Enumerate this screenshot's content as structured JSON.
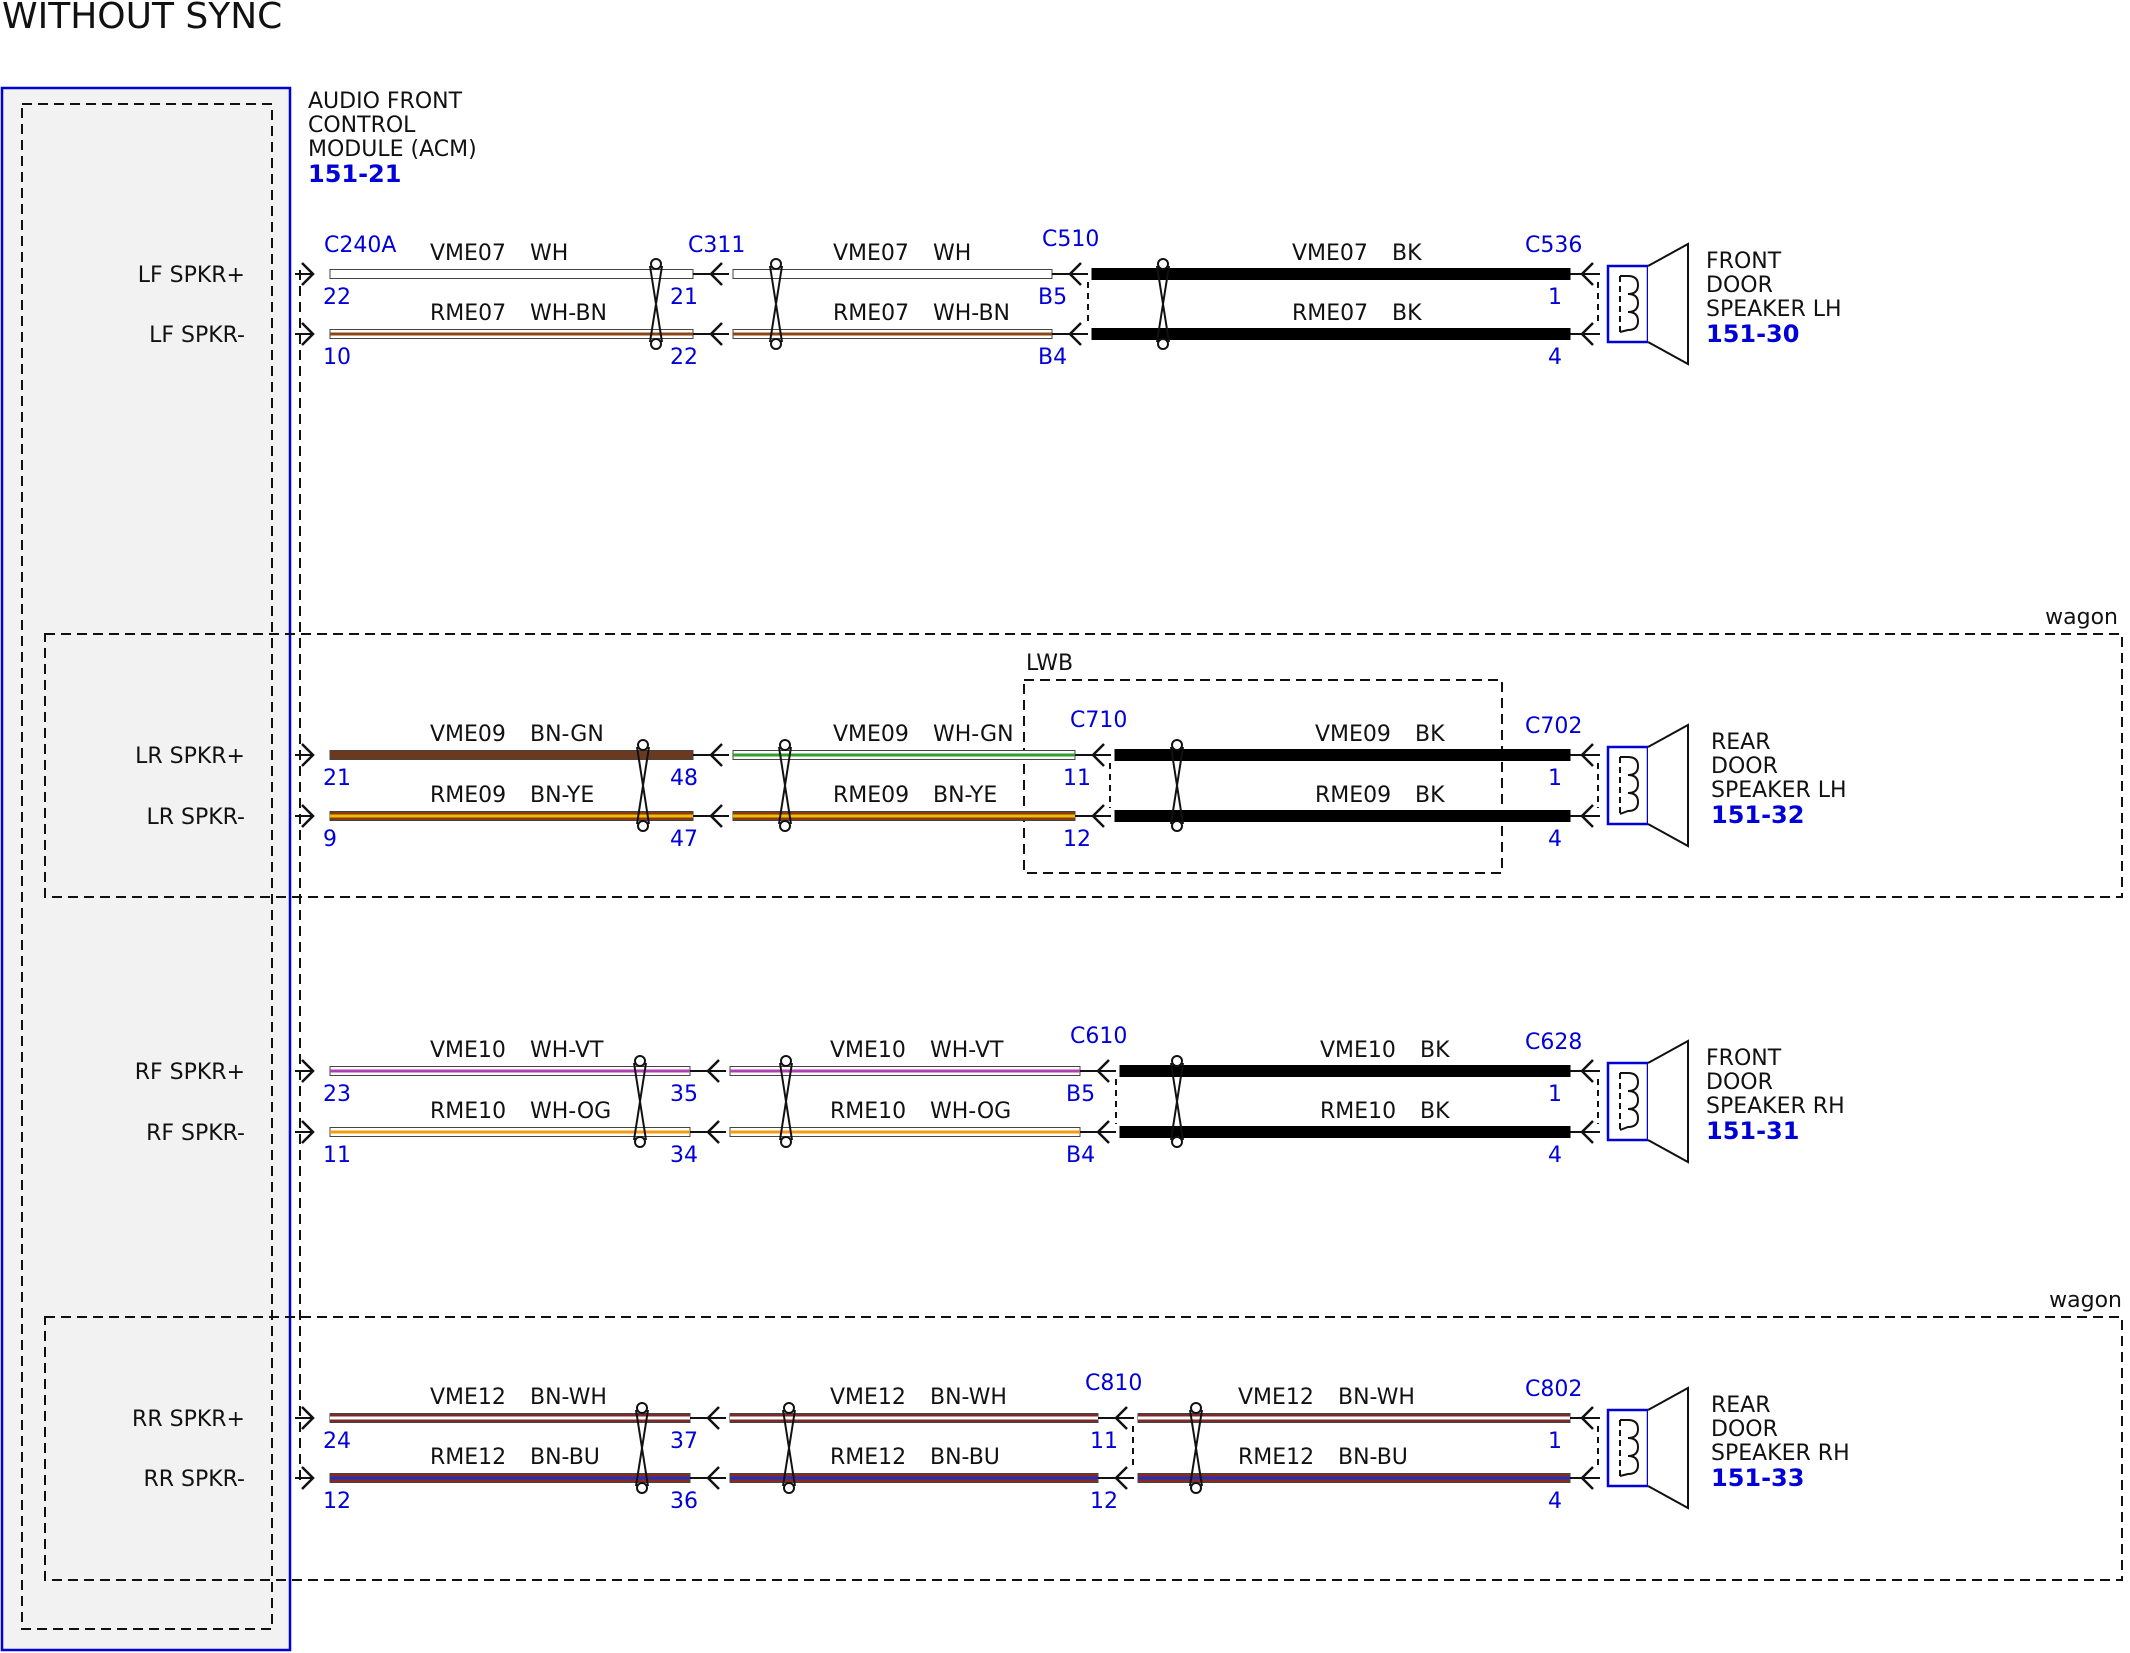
{
  "title": "WITHOUT SYNC",
  "colors": {
    "connector_blue": "#0000d8",
    "module_fill": "#f2f2f2"
  },
  "module": {
    "name_lines": [
      "AUDIO FRONT",
      "CONTROL",
      "MODULE (ACM)"
    ],
    "ref": "151-21"
  },
  "zones": {
    "wagon_top": "wagon",
    "wagon_bottom": "wagon",
    "lwb": "LWB"
  },
  "groups": [
    {
      "id": "lf",
      "wagon": false,
      "pins": [
        "LF SPKR+",
        "LF SPKR-"
      ],
      "connectors": [
        "C240A",
        "C311",
        "C510",
        "C536"
      ],
      "pin_numbers": [
        [
          "22",
          "10"
        ],
        [
          "21",
          "22"
        ],
        [
          "B5",
          "B4"
        ],
        [
          "1",
          "4"
        ]
      ],
      "segments": [
        [
          {
            "circuit": "VME07",
            "color": "WH",
            "base": "#ffffff",
            "stripe": "#ffffff"
          },
          {
            "circuit": "RME07",
            "color": "WH-BN",
            "base": "#ffffff",
            "stripe": "#8b4513"
          }
        ],
        [
          {
            "circuit": "VME07",
            "color": "WH",
            "base": "#ffffff",
            "stripe": "#ffffff"
          },
          {
            "circuit": "RME07",
            "color": "WH-BN",
            "base": "#ffffff",
            "stripe": "#8b4513"
          }
        ],
        [
          {
            "circuit": "VME07",
            "color": "BK",
            "base": "#000000",
            "stripe": "#000000"
          },
          {
            "circuit": "RME07",
            "color": "BK",
            "base": "#000000",
            "stripe": "#000000"
          }
        ]
      ],
      "speaker": {
        "name_lines": [
          "FRONT",
          "DOOR",
          "SPEAKER LH"
        ],
        "ref": "151-30"
      }
    },
    {
      "id": "lr",
      "wagon": true,
      "pins": [
        "LR SPKR+",
        "LR SPKR-"
      ],
      "connectors": [
        "",
        "",
        "C710",
        "C702"
      ],
      "pin_numbers": [
        [
          "21",
          "9"
        ],
        [
          "48",
          "47"
        ],
        [
          "11",
          "12"
        ],
        [
          "1",
          "4"
        ]
      ],
      "segments": [
        [
          {
            "circuit": "VME09",
            "color": "BN-GN",
            "base": "#6b3a1e",
            "stripe": "#6b3a1e"
          },
          {
            "circuit": "RME09",
            "color": "BN-YE",
            "base": "#8b3a10",
            "stripe": "#f0c000"
          }
        ],
        [
          {
            "circuit": "VME09",
            "color": "WH-GN",
            "base": "#ffffff",
            "stripe": "#2e9e2e"
          },
          {
            "circuit": "RME09",
            "color": "BN-YE",
            "base": "#8b3a10",
            "stripe": "#f0c000"
          }
        ],
        [
          {
            "circuit": "VME09",
            "color": "BK",
            "base": "#000000",
            "stripe": "#000000"
          },
          {
            "circuit": "RME09",
            "color": "BK",
            "base": "#000000",
            "stripe": "#000000"
          }
        ]
      ],
      "speaker": {
        "name_lines": [
          "REAR",
          "DOOR",
          "SPEAKER LH"
        ],
        "ref": "151-32"
      }
    },
    {
      "id": "rf",
      "wagon": false,
      "pins": [
        "RF SPKR+",
        "RF SPKR-"
      ],
      "connectors": [
        "",
        "",
        "C610",
        "C628"
      ],
      "pin_numbers": [
        [
          "23",
          "11"
        ],
        [
          "35",
          "34"
        ],
        [
          "B5",
          "B4"
        ],
        [
          "1",
          "4"
        ]
      ],
      "segments": [
        [
          {
            "circuit": "VME10",
            "color": "WH-VT",
            "base": "#ffffff",
            "stripe": "#b040b0"
          },
          {
            "circuit": "RME10",
            "color": "WH-OG",
            "base": "#ffffff",
            "stripe": "#f39c12"
          }
        ],
        [
          {
            "circuit": "VME10",
            "color": "WH-VT",
            "base": "#ffffff",
            "stripe": "#b040b0"
          },
          {
            "circuit": "RME10",
            "color": "WH-OG",
            "base": "#ffffff",
            "stripe": "#f39c12"
          }
        ],
        [
          {
            "circuit": "VME10",
            "color": "BK",
            "base": "#000000",
            "stripe": "#000000"
          },
          {
            "circuit": "RME10",
            "color": "BK",
            "base": "#000000",
            "stripe": "#000000"
          }
        ]
      ],
      "speaker": {
        "name_lines": [
          "FRONT",
          "DOOR",
          "SPEAKER RH"
        ],
        "ref": "151-31"
      }
    },
    {
      "id": "rr",
      "wagon": true,
      "pins": [
        "RR SPKR+",
        "RR SPKR-"
      ],
      "connectors": [
        "",
        "",
        "C810",
        "C802"
      ],
      "pin_numbers": [
        [
          "24",
          "12"
        ],
        [
          "37",
          "36"
        ],
        [
          "11",
          "12"
        ],
        [
          "1",
          "4"
        ]
      ],
      "segments": [
        [
          {
            "circuit": "VME12",
            "color": "BN-WH",
            "base": "#7a2a2a",
            "stripe": "#ffffff"
          },
          {
            "circuit": "RME12",
            "color": "BN-BU",
            "base": "#8b2a1a",
            "stripe": "#2030c0"
          }
        ],
        [
          {
            "circuit": "VME12",
            "color": "BN-WH",
            "base": "#7a2a2a",
            "stripe": "#ffffff"
          },
          {
            "circuit": "RME12",
            "color": "BN-BU",
            "base": "#8b2a1a",
            "stripe": "#2030c0"
          }
        ],
        [
          {
            "circuit": "VME12",
            "color": "BN-WH",
            "base": "#7a2a2a",
            "stripe": "#ffffff"
          },
          {
            "circuit": "RME12",
            "color": "BN-BU",
            "base": "#8b2a1a",
            "stripe": "#2030c0"
          }
        ]
      ],
      "speaker": {
        "name_lines": [
          "REAR",
          "DOOR",
          "SPEAKER RH"
        ],
        "ref": "151-33"
      }
    }
  ]
}
